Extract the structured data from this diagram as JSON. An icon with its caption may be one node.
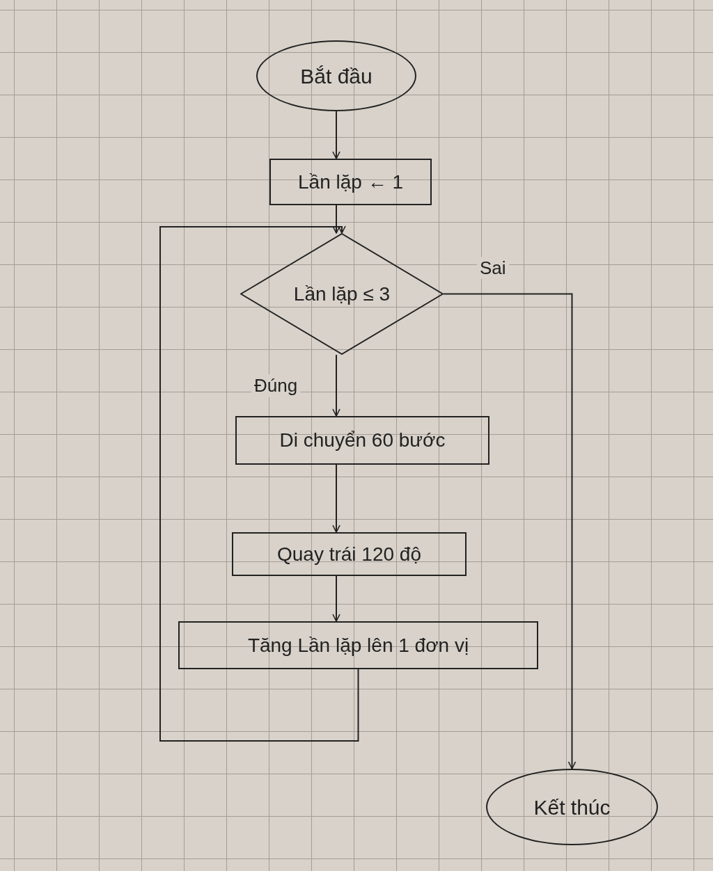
{
  "diagram": {
    "nodes": [
      {
        "text": [
          "Bắt đầu"
        ]
      },
      {
        "text": [
          "Lần lặp ← 1"
        ]
      },
      {
        "text": [
          "Lần lặp ≤ 3"
        ]
      },
      {
        "text": [
          "Di chuyển 60 bước"
        ]
      },
      {
        "text": [
          "Quay trái 120 độ"
        ]
      },
      {
        "text": [
          "Tăng Lần lặp lên 1 đơn vị"
        ]
      },
      {
        "text": [
          "Kết thúc"
        ]
      }
    ],
    "edges": [
      {
        "from": 0,
        "to": 1,
        "arrow": "to"
      },
      {
        "from": 1,
        "to": 2,
        "arrow": "to"
      },
      {
        "from": 2,
        "to": 3,
        "arrow": "to",
        "label": "Đúng"
      },
      {
        "from": 3,
        "to": 4,
        "arrow": "to"
      },
      {
        "from": 4,
        "to": 5,
        "arrow": "to"
      },
      {
        "from": 5,
        "to": 2,
        "arrow": "to"
      },
      {
        "from": 2,
        "to": 6,
        "arrow": "to",
        "label": "Sai"
      }
    ]
  }
}
